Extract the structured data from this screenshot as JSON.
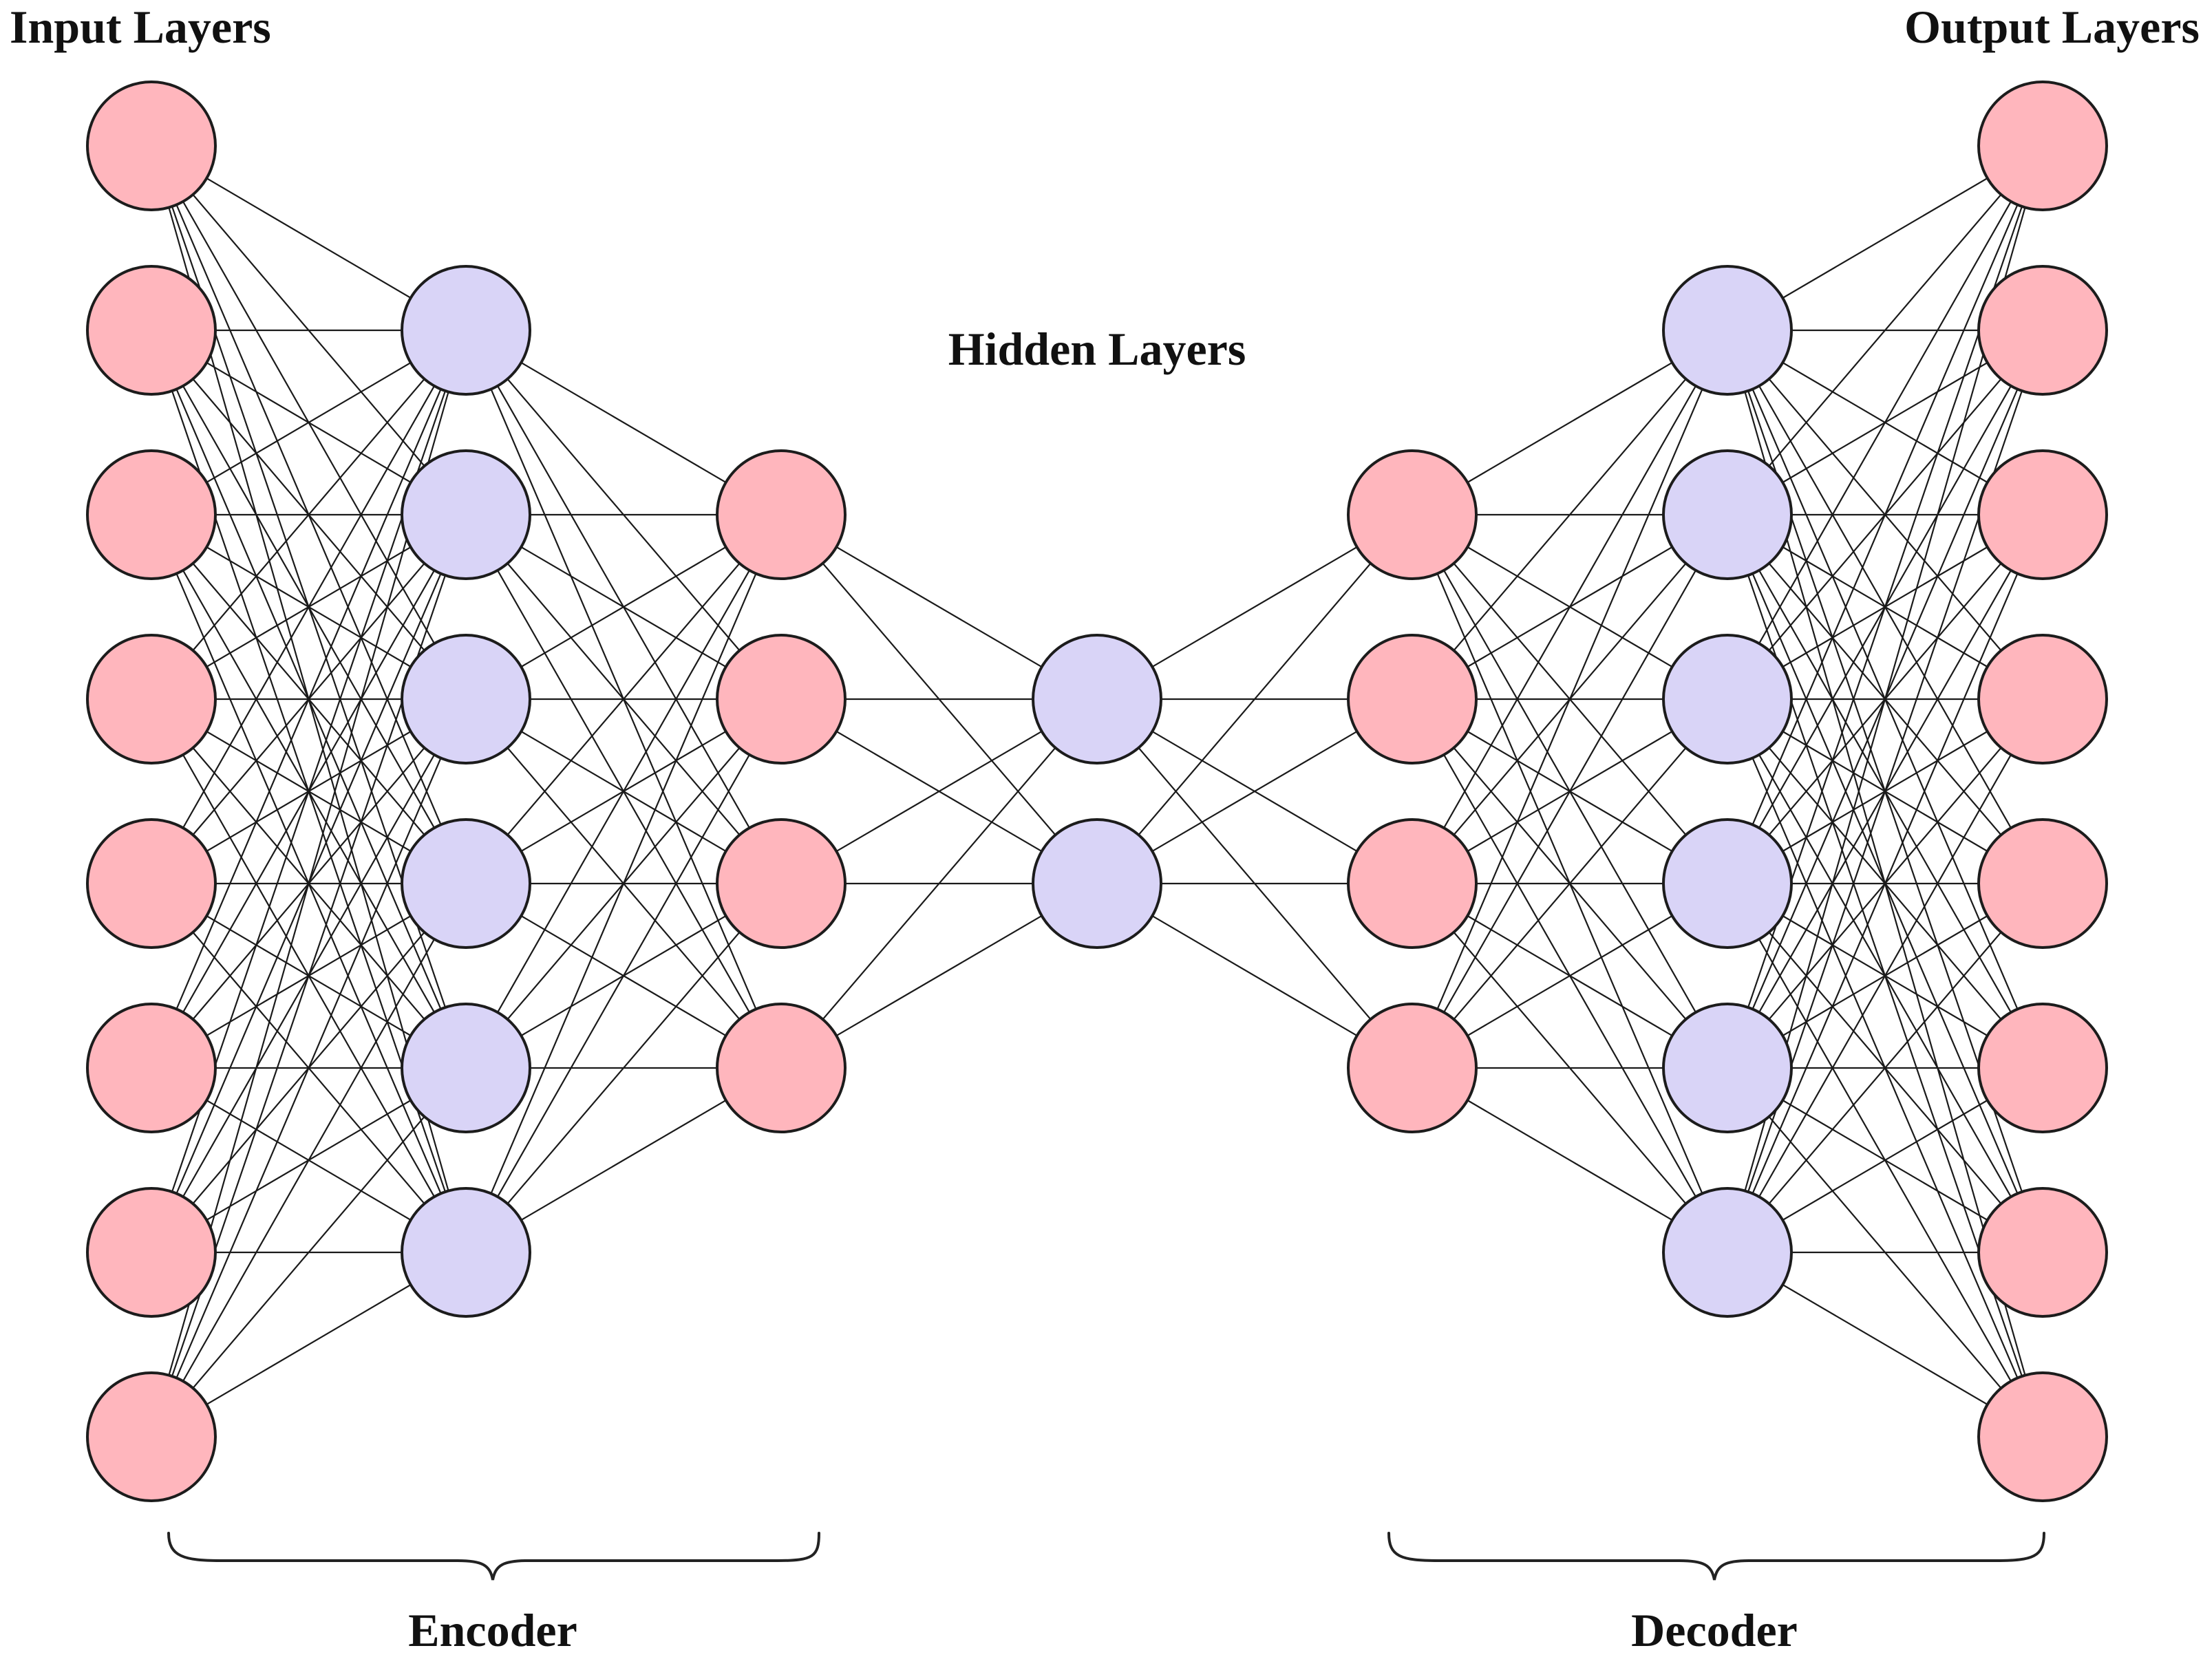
{
  "labels": {
    "input": "Input Layers",
    "output": "Output Layers",
    "hidden": "Hidden Layers",
    "encoder": "Encoder",
    "decoder": "Decoder"
  },
  "colors": {
    "pink_node": "#FFB6BD",
    "lavender_node": "#D9D4F7",
    "highlight_outline": "#3FA383",
    "edge": "#1a1a1a",
    "outline": "#1c1c1c"
  },
  "network": {
    "layers": [
      {
        "name": "input-layer",
        "nodes": 8,
        "color": "pink"
      },
      {
        "name": "encoder-hidden-1",
        "nodes": 6,
        "color": "lavender"
      },
      {
        "name": "encoder-hidden-2",
        "nodes": 4,
        "color": "pink"
      },
      {
        "name": "bottleneck",
        "nodes": 2,
        "color": "lavender"
      },
      {
        "name": "decoder-hidden-1",
        "nodes": 4,
        "color": "pink"
      },
      {
        "name": "decoder-hidden-2",
        "nodes": 6,
        "color": "lavender"
      },
      {
        "name": "output-layer",
        "nodes": 8,
        "color": "pink"
      }
    ],
    "highlighted_node": {
      "layer": 0,
      "index": 1
    },
    "fully_connected": true
  }
}
